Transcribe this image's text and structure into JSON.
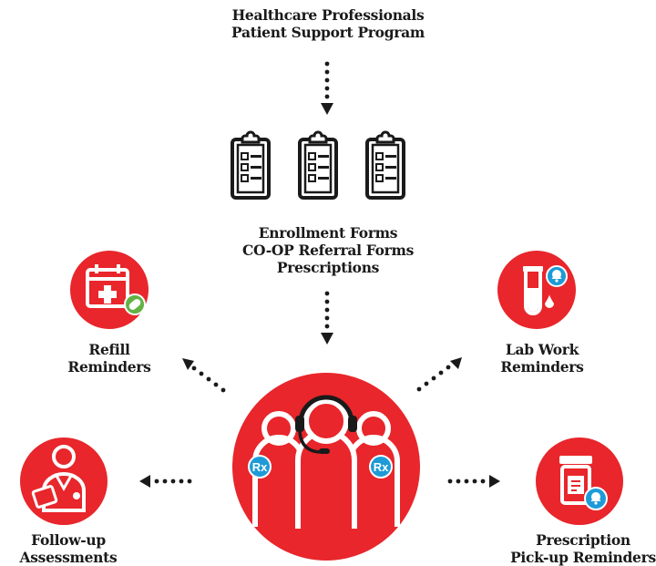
{
  "header": {
    "line1": "Healthcare Professionals",
    "line2": "Patient Support Program"
  },
  "forms": {
    "line1": "Enrollment Forms",
    "line2": "CO-OP Referral Forms",
    "line3": "Prescriptions"
  },
  "refill": {
    "line1": "Refill",
    "line2": "Reminders"
  },
  "lab": {
    "line1": "Lab Work",
    "line2": "Reminders"
  },
  "followup": {
    "line1": "Follow-up",
    "line2": "Assessments"
  },
  "pickup": {
    "line1": "Prescription",
    "line2": "Pick-up Reminders"
  },
  "rx_badge_left": "Rx",
  "rx_badge_right": "Rx",
  "colors": {
    "accent": "#e8262b",
    "badge": "#1e9bd7",
    "ink": "#1a1a1a",
    "check": "#62b244"
  },
  "icons": [
    "clipboard-icon",
    "calendar-plus-icon",
    "test-tube-icon",
    "doctor-icon",
    "pill-bottle-icon",
    "support-agents-icon",
    "bell-icon"
  ]
}
